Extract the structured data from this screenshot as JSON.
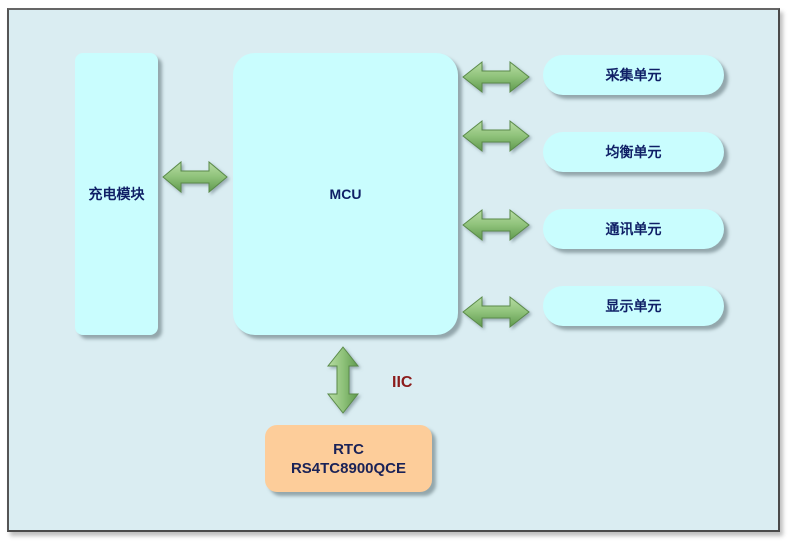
{
  "diagram": {
    "charging_module": "充电模块",
    "mcu": "MCU",
    "units": [
      {
        "label": "采集单元"
      },
      {
        "label": "均衡单元"
      },
      {
        "label": "通讯单元"
      },
      {
        "label": "显示单元"
      }
    ],
    "bus_label": "IIC",
    "rtc": {
      "line1": "RTC",
      "line2": "RS4TC8900QCE"
    }
  },
  "colors": {
    "background": "#DAEDF2",
    "box_fill": "#C9FDFE",
    "rtc_fill": "#FDCD9A",
    "arrow_fill": "#8FC27A",
    "text": "#0f1f66",
    "bus_label": "#8b1b1b"
  }
}
